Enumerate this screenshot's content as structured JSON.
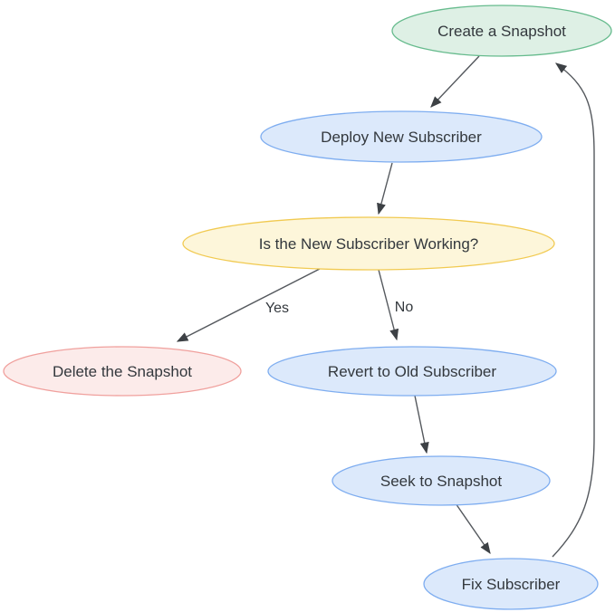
{
  "diagram": {
    "type": "flowchart",
    "nodes": [
      {
        "id": "create-snapshot",
        "label": "Create a Snapshot",
        "color": "green"
      },
      {
        "id": "deploy-new-subscriber",
        "label": "Deploy New Subscriber",
        "color": "blue"
      },
      {
        "id": "is-new-subscriber-working",
        "label": "Is the New Subscriber Working?",
        "color": "yellow"
      },
      {
        "id": "delete-the-snapshot",
        "label": "Delete the Snapshot",
        "color": "red"
      },
      {
        "id": "revert-to-old-subscriber",
        "label": "Revert to Old Subscriber",
        "color": "blue"
      },
      {
        "id": "seek-to-snapshot",
        "label": "Seek to Snapshot",
        "color": "blue"
      },
      {
        "id": "fix-subscriber",
        "label": "Fix Subscriber",
        "color": "blue"
      }
    ],
    "edges": [
      {
        "from": "create-snapshot",
        "to": "deploy-new-subscriber",
        "label": ""
      },
      {
        "from": "deploy-new-subscriber",
        "to": "is-new-subscriber-working",
        "label": ""
      },
      {
        "from": "is-new-subscriber-working",
        "to": "delete-the-snapshot",
        "label": "Yes"
      },
      {
        "from": "is-new-subscriber-working",
        "to": "revert-to-old-subscriber",
        "label": "No"
      },
      {
        "from": "revert-to-old-subscriber",
        "to": "seek-to-snapshot",
        "label": ""
      },
      {
        "from": "seek-to-snapshot",
        "to": "fix-subscriber",
        "label": ""
      },
      {
        "from": "fix-subscriber",
        "to": "create-snapshot",
        "label": ""
      }
    ],
    "edge_labels": {
      "yes": "Yes",
      "no": "No"
    },
    "colors": {
      "green_fill": "#def0e5",
      "green_stroke": "#66bb8d",
      "blue_fill": "#dce9fb",
      "blue_stroke": "#7eadf0",
      "yellow_fill": "#fdf6da",
      "yellow_stroke": "#f1ca51",
      "red_fill": "#fcebea",
      "red_stroke": "#f0a09d",
      "edge_line": "#54585d",
      "arrowhead": "#3d4145",
      "text": "#33383d"
    }
  }
}
